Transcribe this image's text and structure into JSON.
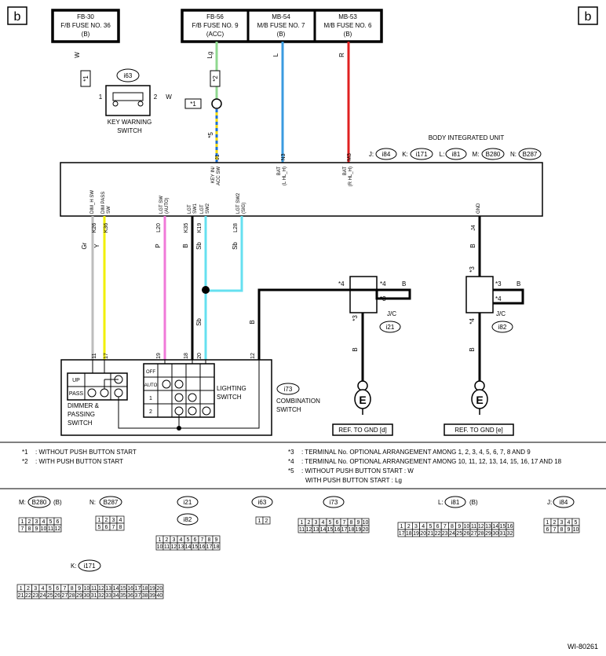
{
  "diagram": {
    "page_tag_left": "b",
    "page_tag_right": "b",
    "fuses": [
      {
        "l1": "FB-30",
        "l2": "F/B FUSE NO. 36",
        "l3": "(B)"
      },
      {
        "l1": "FB-56",
        "l2": "F/B FUSE NO. 9",
        "l3": "(ACC)"
      },
      {
        "l1": "MB-54",
        "l2": "M/B FUSE NO. 7",
        "l3": "(B)"
      },
      {
        "l1": "MB-53",
        "l2": "M/B FUSE NO. 6",
        "l3": "(B)"
      }
    ],
    "wire_colors_top": {
      "w": "W",
      "lg": "Lg",
      "l": "L",
      "r": "R"
    },
    "stars": {
      "s1": "*1",
      "s2": "*2",
      "s3": "*3",
      "s4": "*4",
      "s5": "*5"
    },
    "key_switch": {
      "connector": "i63",
      "pin1": "1",
      "pin2": "2",
      "pin2_color": "W",
      "label1": "KEY WARNING",
      "label2": "SWITCH"
    },
    "biu": {
      "title": "BODY INTEGRATED UNIT",
      "conn_list": [
        {
          "k": "J:",
          "v": "i84"
        },
        {
          "k": "K:",
          "v": "i171"
        },
        {
          "k": "L:",
          "v": "i81"
        },
        {
          "k": "M:",
          "v": "B280"
        },
        {
          "k": "N:",
          "v": "B287"
        }
      ],
      "top_pins": {
        "j1": "J1",
        "n3": "N3",
        "m3": "M3"
      },
      "top_labels": {
        "key": "KEY IN/\nACC SW",
        "bat1": "BAT\n(L HL_H)",
        "bat2": "BAT\n(R HL_H)"
      },
      "bottom_labels": {
        "dim": "DIM_H SW",
        "pass": "DIM PASS\nSW",
        "auto": "LGT SW\n(AUTO)",
        "sw1": "LGT\nSW1",
        "sw2": "LGT\nSW2",
        "sig": "LGT SW2\n(SIG)",
        "gnd": "GND"
      },
      "bottom_pins": {
        "k26": "K26",
        "k36": "K36",
        "l20": "L20",
        "k35": "K35",
        "k19": "K19",
        "l28": "L28",
        "j4": "J4"
      },
      "bottom_colors": {
        "gr": "Gr",
        "y": "Y",
        "p": "P",
        "b1": "B",
        "sb1": "Sb",
        "sb2": "Sb",
        "b2": "B"
      }
    },
    "sb_mid": "Sb",
    "b_mid": "B",
    "combo": {
      "connector": "i73",
      "pins": [
        "11",
        "17",
        "19",
        "18",
        "20",
        "12"
      ],
      "label1": "COMBINATION",
      "label2": "SWITCH",
      "up": "UP",
      "pass": "PASS",
      "dim1": "DIMMER &",
      "dim2": "PASSING",
      "dim3": "SWITCH",
      "off": "OFF",
      "auto": "AUTO",
      "one": "1",
      "two": "2",
      "light1": "LIGHTING",
      "light2": "SWITCH"
    },
    "jc1": {
      "connector": "i21",
      "label": "J/C",
      "b": "B",
      "bot_b": "B",
      "gnd": "REF. TO GND [d]",
      "e": "E"
    },
    "jc2": {
      "connector": "i82",
      "label": "J/C",
      "b": "B",
      "bot_b": "B",
      "gnd": "REF. TO GND [e]",
      "e": "E"
    },
    "notes": {
      "n1": ": WITHOUT PUSH BUTTON START",
      "n2": ": WITH PUSH BUTTON START",
      "n3": ": TERMINAL No. OPTIONAL ARRANGEMENT AMONG 1, 2, 3, 4, 5, 6, 7, 8 AND 9",
      "n4": ": TERMINAL No. OPTIONAL ARRANGEMENT AMONG 10, 11, 12, 13, 14, 15, 16, 17 AND 18",
      "n5a": ": WITHOUT PUSH BUTTON START : W",
      "n5b": "WITH PUSH BUTTON START : Lg"
    },
    "connectors": {
      "m_prefix": "M:",
      "m_id": "B280",
      "m_suffix": "(B)",
      "n_prefix": "N:",
      "n_id": "B287",
      "i21": "i21",
      "i82": "i82",
      "i63": "i63",
      "i73": "i73",
      "l_prefix": "L:",
      "l_id": "i81",
      "l_suffix": "(B)",
      "j_prefix": "J:",
      "j_id": "i84",
      "k_prefix": "K:",
      "k_id": "i171"
    },
    "doc_id": "WI-80261",
    "colors": {
      "lg": "#8fd88f",
      "l": "#3a9be0",
      "r": "#e02020",
      "gr": "#bdbdbd",
      "y": "#f2f000",
      "p": "#f07ad8",
      "sb": "#66e0f0",
      "b": "#000000",
      "dash_y": "#f2d800",
      "dash_b": "#1e6fd0"
    }
  }
}
